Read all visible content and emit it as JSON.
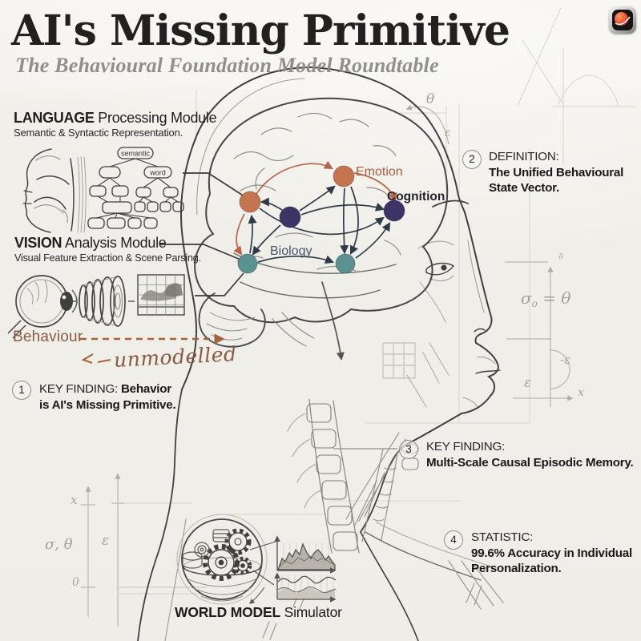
{
  "header": {
    "title": "AI's Missing Primitive",
    "subtitle": "The Behavioural Foundation Model Roundtable",
    "app_icon": "camera-lens-app-icon"
  },
  "language_module": {
    "heading_bold": "LANGUAGE",
    "heading_rest": " Processing Module",
    "subheading": "Semantic & Syntactic Representation.",
    "tree_root_label": "semantic",
    "tree_word_label": "word"
  },
  "vision_module": {
    "heading_bold": "VISION",
    "heading_rest": " Analysis Module",
    "subheading": "Visual Feature Extraction & Scene Parsing."
  },
  "behaviour": {
    "label": "Behaviour",
    "annotation": "unmodelled",
    "color": "#8a5a44"
  },
  "brain": {
    "nodes": [
      {
        "label": "Emotion",
        "color": "#c4744f",
        "label_color": "#a8603e"
      },
      {
        "label": "Cognition",
        "color": "#3b3464",
        "label_color": "#23232d"
      },
      {
        "label": "Biology",
        "color": "#5c9191",
        "label_color": "#475369"
      }
    ]
  },
  "callouts": [
    {
      "num": "1",
      "kicker": "KEY FINDING: ",
      "bold_inline": "Behavior",
      "bold_block": "is AI's Missing Primitive."
    },
    {
      "num": "2",
      "kicker": "DEFINITION:",
      "bold_block": "The Unified Behavioural State Vector."
    },
    {
      "num": "3",
      "kicker": "KEY FINDING:",
      "bold_block": "Multi-Scale Causal Episodic Memory."
    },
    {
      "num": "4",
      "kicker": "STATISTIC:",
      "bold_block": "99.6% Accuracy in Individual Personalization."
    }
  ],
  "world_model": {
    "heading_bold": "WORLD MODEL",
    "heading_rest": " Simulator"
  },
  "math": {
    "theta": "θ",
    "eps_top": "ε",
    "axis_label_top_right": "∂",
    "sigma": "σ",
    "sigma_sub": "o",
    "sigma_eq": "= θ",
    "neg_eps": "-ε",
    "eps_mid": "ε",
    "x_axis": "x",
    "x_tick": "x",
    "sigma_theta": "σ, θ",
    "eps_left": "ε",
    "zero": "0"
  },
  "colors": {
    "accent_brown": "#8a5a44",
    "ink": "#1d1d1d",
    "pencil": "#4a4a4a"
  }
}
